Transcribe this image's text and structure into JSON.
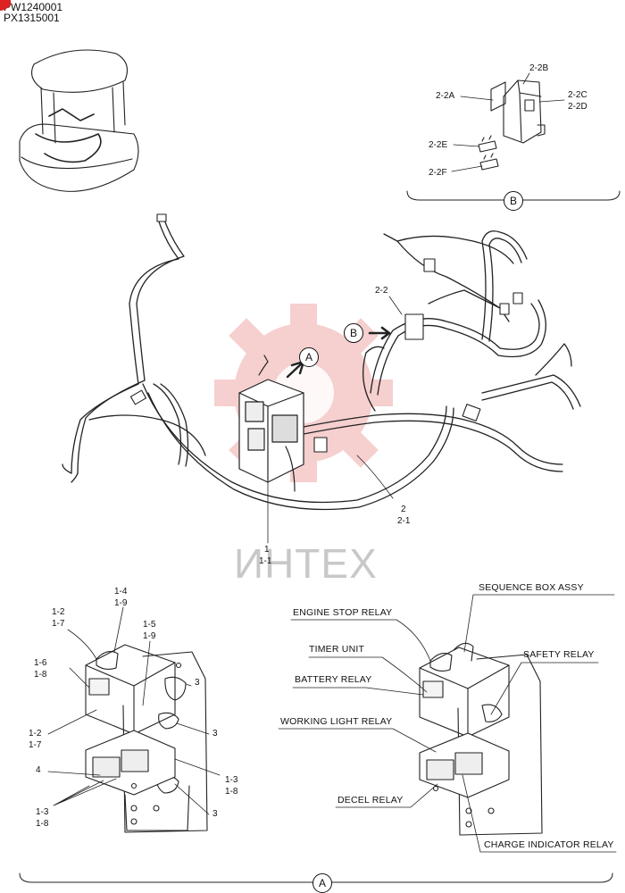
{
  "header": {
    "codes": [
      "PW1240001",
      "PX1315001"
    ]
  },
  "watermark": {
    "text": "ИНТЕХ",
    "color": "#f2b8b8"
  },
  "detail_b": {
    "marker": "B",
    "labels": {
      "p2_2b": "2-2B",
      "p2_2a": "2-2A",
      "p2_2c": "2-2C",
      "p2_2d": "2-2D",
      "p2_2e": "2-2E",
      "p2_2f": "2-2F"
    }
  },
  "main": {
    "marker_a": "A",
    "marker_b": "B",
    "labels": {
      "p2_2": "2-2",
      "p2": "2",
      "p2_1": "2-1",
      "p1": "1",
      "p1_1": "1-1"
    }
  },
  "detail_a_left": {
    "labels": {
      "p1_4": "1-4",
      "p1_9a": "1-9",
      "p1_2a": "1-2",
      "p1_7a": "1-7",
      "p1_5": "1-5",
      "p1_9b": "1-9",
      "p1_6": "1-6",
      "p1_8a": "1-8",
      "p3a": "3",
      "p1_2b": "1-2",
      "p1_7b": "1-7",
      "p3b": "3",
      "p4": "4",
      "p1_3a": "1-3",
      "p1_8b": "1-8",
      "p1_3b": "1-3",
      "p1_8c": "1-8",
      "p3c": "3"
    }
  },
  "detail_a_right": {
    "labels": {
      "sequence_box": "SEQUENCE BOX ASSY",
      "engine_stop": "ENGINE STOP RELAY",
      "timer_unit": "TIMER UNIT",
      "safety_relay": "SAFETY RELAY",
      "battery_relay": "BATTERY RELAY",
      "working_light": "WORKING LIGHT RELAY",
      "decel_relay": "DECEL RELAY",
      "charge_indicator": "CHARGE INDICATOR RELAY"
    }
  },
  "footer": {
    "marker": "A"
  }
}
